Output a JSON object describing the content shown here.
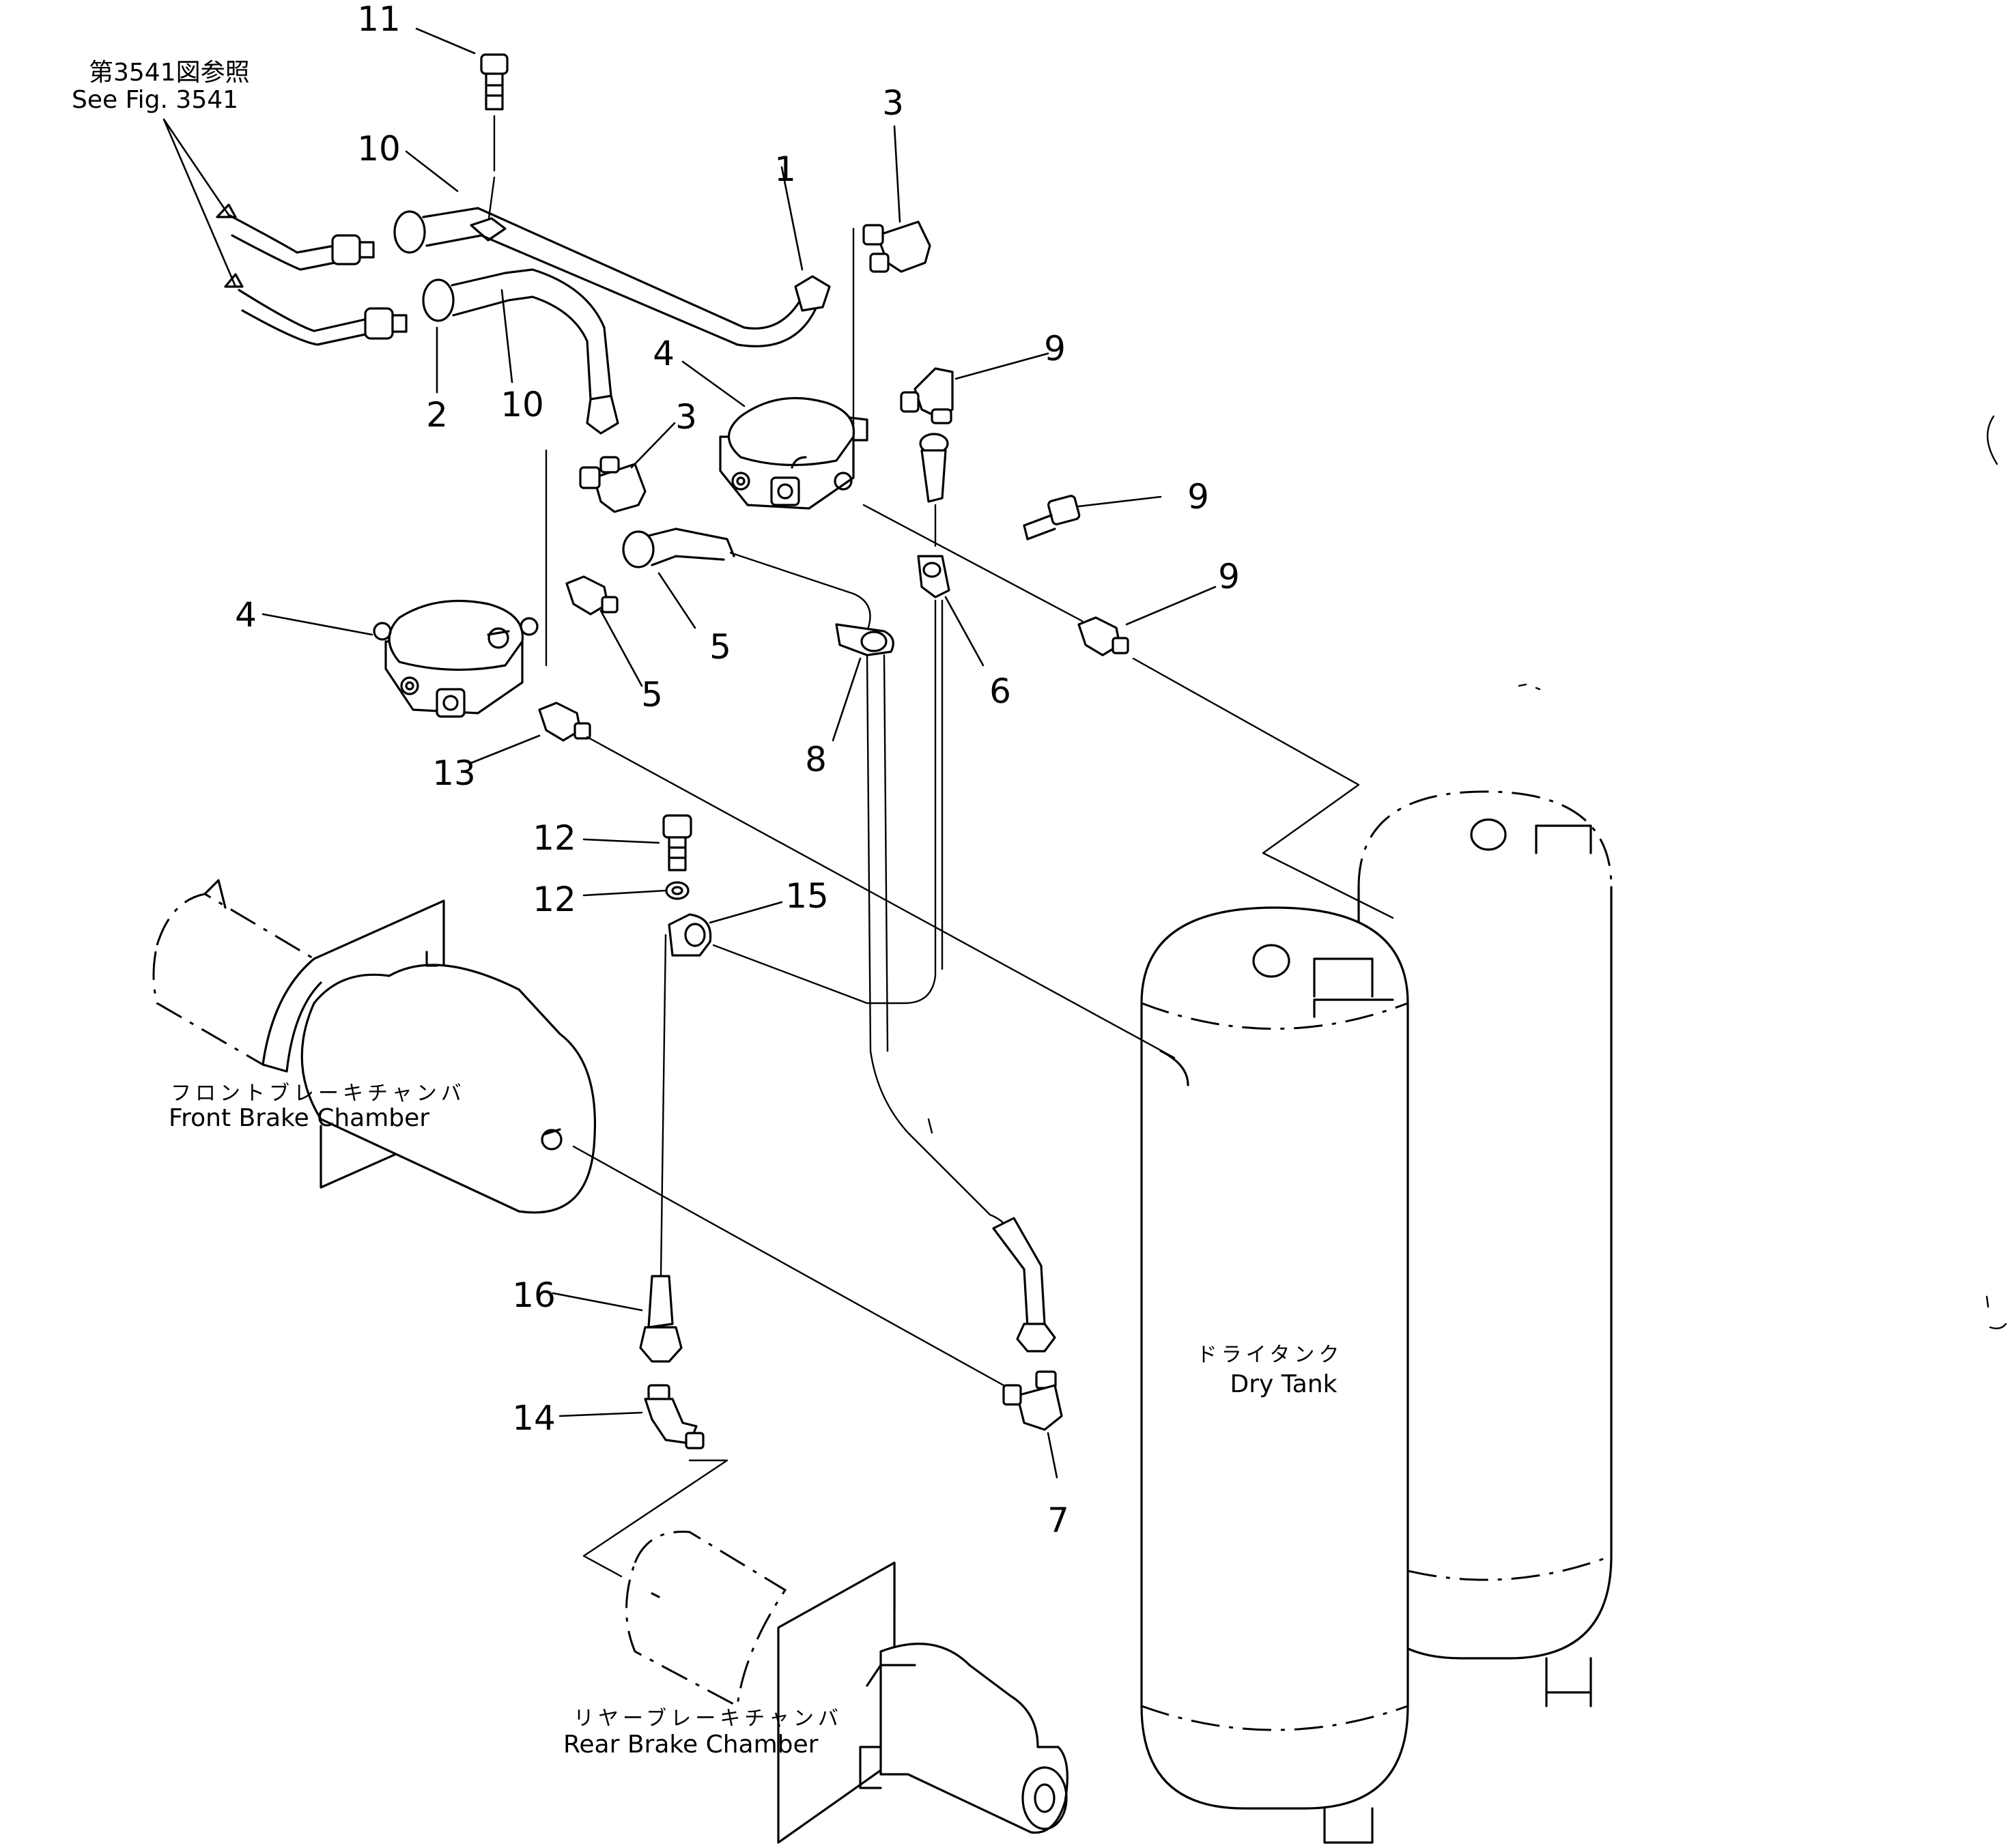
{
  "reference_note": {
    "jp": "第3541図参照",
    "en": "See Fig. 3541"
  },
  "callouts": [
    {
      "id": "c11",
      "number": "11"
    },
    {
      "id": "c10a",
      "number": "10"
    },
    {
      "id": "c10b",
      "number": "10"
    },
    {
      "id": "c2",
      "number": "2"
    },
    {
      "id": "c1",
      "number": "1"
    },
    {
      "id": "c3a",
      "number": "3"
    },
    {
      "id": "c3b",
      "number": "3"
    },
    {
      "id": "c4a",
      "number": "4"
    },
    {
      "id": "c4b",
      "number": "4"
    },
    {
      "id": "c9a",
      "number": "9"
    },
    {
      "id": "c9b",
      "number": "9"
    },
    {
      "id": "c9c",
      "number": "9"
    },
    {
      "id": "c13",
      "number": "13"
    },
    {
      "id": "c5a",
      "number": "5"
    },
    {
      "id": "c5b",
      "number": "5"
    },
    {
      "id": "c8",
      "number": "8"
    },
    {
      "id": "c6",
      "number": "6"
    },
    {
      "id": "c12a",
      "number": "12"
    },
    {
      "id": "c12b",
      "number": "12"
    },
    {
      "id": "c15",
      "number": "15"
    },
    {
      "id": "c16",
      "number": "16"
    },
    {
      "id": "c14",
      "number": "14"
    },
    {
      "id": "c7",
      "number": "7"
    }
  ],
  "components": {
    "front_brake_chamber": {
      "jp": "フロントブレーキチャンバ",
      "en": "Front Brake Chamber"
    },
    "rear_brake_chamber": {
      "jp": "リヤーブレーキチャンバ",
      "en": "Rear Brake Chamber"
    },
    "dry_tank": {
      "jp": "ドライタンク",
      "en": "Dry Tank"
    }
  }
}
